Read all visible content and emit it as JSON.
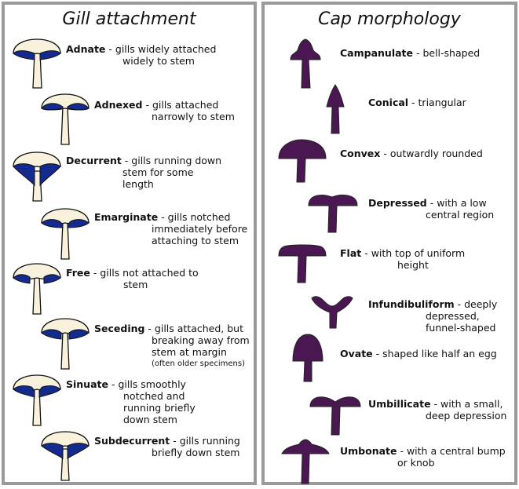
{
  "left_panel": {
    "title": "Gill attachment",
    "items": [
      {
        "term": "Adnate",
        "lines": [
          " - gills widely attached",
          "widely to stem"
        ],
        "icon": "adnate-mushroom-icon"
      },
      {
        "term": "Adnexed",
        "lines": [
          " - gills attached",
          "narrowly to stem"
        ],
        "icon": "adnexed-mushroom-icon"
      },
      {
        "term": "Decurrent",
        "lines": [
          " - gills running down",
          "stem for some",
          "length"
        ],
        "icon": "decurrent-mushroom-icon"
      },
      {
        "term": "Emarginate",
        "lines": [
          " - gills notched",
          "immediately before",
          "attaching to stem"
        ],
        "icon": "emarginate-mushroom-icon"
      },
      {
        "term": "Free",
        "lines": [
          " - gills not attached to",
          "stem"
        ],
        "icon": "free-mushroom-icon"
      },
      {
        "term": "Seceding",
        "lines": [
          " - gills attached, but",
          "breaking away from",
          "stem at margin"
        ],
        "note": "(often older specimens)",
        "icon": "seceding-mushroom-icon"
      },
      {
        "term": "Sinuate",
        "lines": [
          " - gills smoothly",
          "notched and",
          "running briefly",
          "down stem"
        ],
        "icon": "sinuate-mushroom-icon"
      },
      {
        "term": "Subdecurrent",
        "lines": [
          " - gills running",
          "briefly down stem"
        ],
        "icon": "subdecurrent-mushroom-icon"
      }
    ]
  },
  "right_panel": {
    "title": "Cap morphology",
    "items": [
      {
        "term": "Campanulate",
        "lines": [
          " - bell-shaped"
        ],
        "icon": "campanulate-cap-icon"
      },
      {
        "term": "Conical",
        "lines": [
          " - triangular"
        ],
        "icon": "conical-cap-icon"
      },
      {
        "term": "Convex",
        "lines": [
          " - outwardly rounded"
        ],
        "icon": "convex-cap-icon"
      },
      {
        "term": "Depressed",
        "lines": [
          " - with a low",
          "central region"
        ],
        "icon": "depressed-cap-icon"
      },
      {
        "term": "Flat",
        "lines": [
          " - with top of uniform",
          "height"
        ],
        "icon": "flat-cap-icon"
      },
      {
        "term": "Infundibuliform",
        "lines": [
          " - deeply",
          "depressed,",
          "funnel-shaped"
        ],
        "icon": "infundibuliform-cap-icon"
      },
      {
        "term": "Ovate",
        "lines": [
          " - shaped like half an egg"
        ],
        "icon": "ovate-cap-icon"
      },
      {
        "term": "Umbillicate",
        "lines": [
          " - with a small,",
          "deep depression"
        ],
        "icon": "umbillicate-cap-icon"
      },
      {
        "term": "Umbonate",
        "lines": [
          " - with a central bump",
          "or knob"
        ],
        "icon": "umbonate-cap-icon"
      }
    ]
  },
  "colors": {
    "cap_fill": "#f8f2dc",
    "gill": "#142a8c",
    "outline": "#111111",
    "morph": "#4a1752",
    "border": "#9a9a9a"
  }
}
